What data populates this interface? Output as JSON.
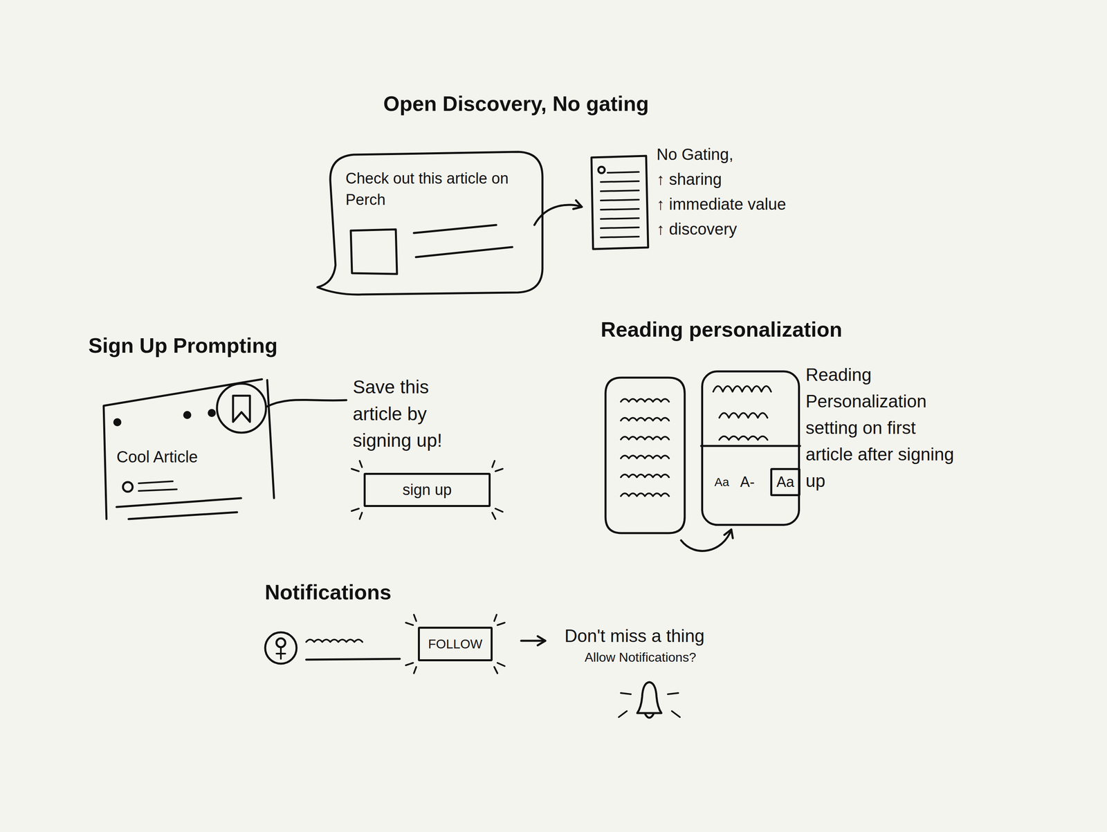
{
  "diagram": {
    "nodes": [
      {
        "text": [
          "Check out this article on Perch"
        ]
      },
      {
        "text": [
          "Cool Article"
        ]
      },
      {
        "text": [
          "sign up"
        ]
      },
      {
        "text": [
          "Aa",
          "A-"
        ]
      },
      {
        "text": [
          "Aa"
        ],
        "in": 3
      },
      {
        "text": [
          "FOLLOW"
        ]
      }
    ],
    "labels": [
      "Open Discovery, No gating",
      "No Gating,",
      "↑ sharing",
      "↑ immediate value",
      "↑ discovery",
      "Sign Up Prompting",
      "Save this article by signing up!",
      "Reading personalization",
      "Reading Personalization setting on first article after signing up",
      "Notifications",
      "Don't miss a thing",
      "Allow Notifications?"
    ]
  }
}
